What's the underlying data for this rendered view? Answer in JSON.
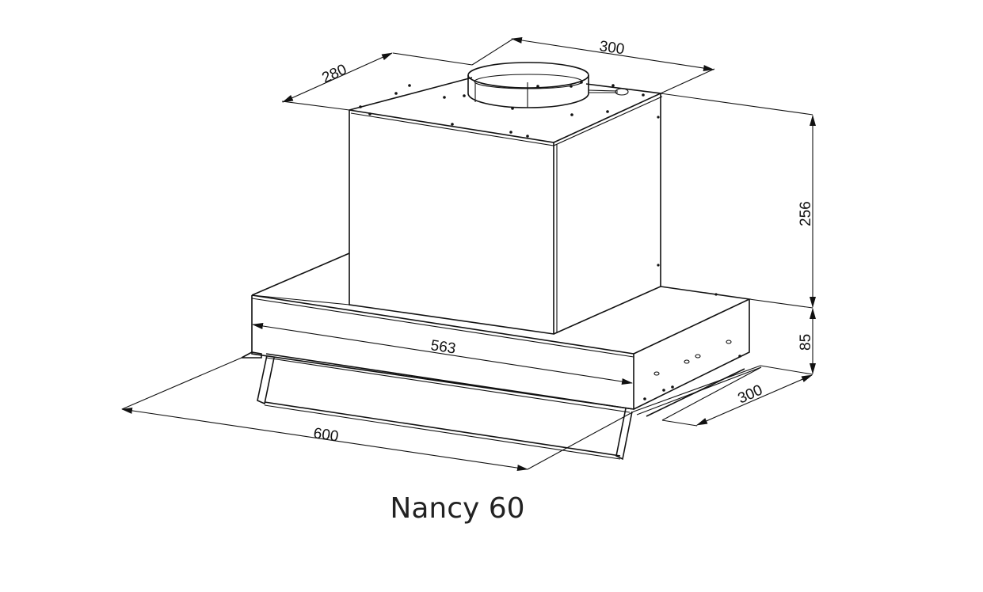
{
  "diagram": {
    "title": "Nancy 60",
    "type": "range hood dimension drawing",
    "units": "mm",
    "dimensions": {
      "duct_box_depth": "280",
      "duct_box_width": "300",
      "duct_box_height": "256",
      "body_height": "85",
      "body_depth": "300",
      "front_panel_width": "563",
      "overall_width": "600"
    },
    "colors": {
      "line": "#111111",
      "background": "#ffffff",
      "caption": "#222222"
    }
  }
}
